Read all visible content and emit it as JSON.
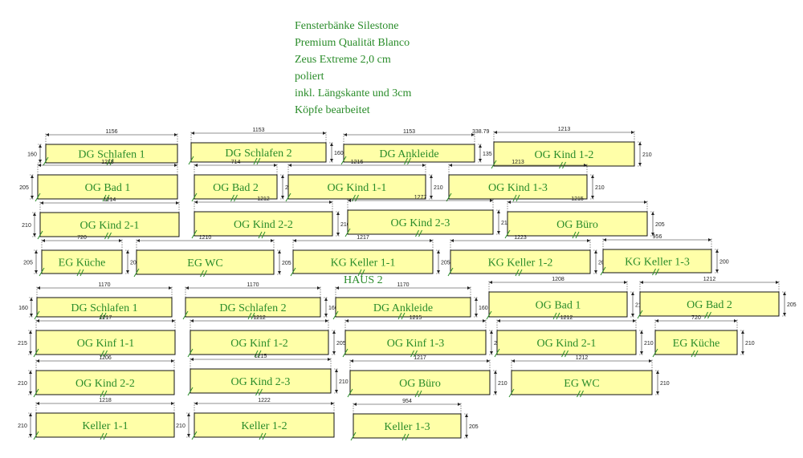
{
  "header": {
    "lines": [
      "Fensterbänke Silestone",
      "Premium Qualität Blanco",
      "Zeus Extreme 2,0 cm",
      "poliert",
      "inkl. Längskante und 3cm",
      "Köpfe bearbeitet"
    ],
    "haus2": "HAUS 2"
  },
  "colors": {
    "box_fill": "#ffffa8",
    "label": "#2a8c2a",
    "ticks": "#2a8c2a"
  },
  "sills": [
    {
      "label": "DG Schlafen 1",
      "length": "1156",
      "depth": "160",
      "depth_side": "left"
    },
    {
      "label": "DG Schlafen 2",
      "length": "1153",
      "depth": "160",
      "depth_side": "right"
    },
    {
      "label": "DG Ankleide",
      "length": "1153",
      "depth": "135",
      "depth_side": "right",
      "extra": "338.79"
    },
    {
      "label": "OG Kind 1-2",
      "length": "1213",
      "depth": "210",
      "depth_side": "right"
    },
    {
      "label": "OG Bad 1",
      "length": "1218",
      "depth": "205",
      "depth_side": "left"
    },
    {
      "label": "OG Bad 2",
      "length": "714",
      "depth": "205",
      "depth_side": "right"
    },
    {
      "label": "OG Kind 1-1",
      "length": "1216",
      "depth": "210",
      "depth_side": "right"
    },
    {
      "label": "OG Kind 1-3",
      "length": "1213",
      "depth": "210",
      "depth_side": "right"
    },
    {
      "label": "OG Kind 2-1",
      "length": "1214",
      "depth": "210",
      "depth_side": "left"
    },
    {
      "label": "OG Kind 2-2",
      "length": "1212",
      "depth": "210",
      "depth_side": "right"
    },
    {
      "label": "OG Kind 2-3",
      "length": "1277",
      "depth": "215",
      "depth_side": "right"
    },
    {
      "label": "OG Büro",
      "length": "1215",
      "depth": "205",
      "depth_side": "right"
    },
    {
      "label": "EG Küche",
      "length": "720",
      "depth": "205",
      "depth_side": "both",
      "depth_left": "205"
    },
    {
      "label": "EG WC",
      "length": "1210",
      "depth": "205",
      "depth_side": "right"
    },
    {
      "label": "KG Keller 1-1",
      "length": "1217",
      "depth": "205",
      "depth_side": "right"
    },
    {
      "label": "KG Keller 1-2",
      "length": "1223",
      "depth": "205",
      "depth_side": "right"
    },
    {
      "label": "KG Keller 1-3",
      "length": "956",
      "depth": "200",
      "depth_side": "right"
    },
    {
      "label": "DG Schlafen 1",
      "length": "1170",
      "depth": "160",
      "depth_side": "left"
    },
    {
      "label": "DG Schlafen 2",
      "length": "1170",
      "depth": "160",
      "depth_side": "right"
    },
    {
      "label": "DG Ankleide",
      "length": "1170",
      "depth": "160",
      "depth_side": "right"
    },
    {
      "label": "OG Bad 1",
      "length": "1208",
      "depth": "215",
      "depth_side": "right"
    },
    {
      "label": "OG Bad 2",
      "length": "1212",
      "depth": "205",
      "depth_side": "right"
    },
    {
      "label": "OG Kinf 1-1",
      "length": "1217",
      "depth": "215",
      "depth_side": "left"
    },
    {
      "label": "OG Kinf 1-2",
      "length": "1212",
      "depth": "205",
      "depth_side": "right"
    },
    {
      "label": "OG Kinf 1-3",
      "length": "1215",
      "depth": "210",
      "depth_side": "right"
    },
    {
      "label": "OG Kind 2-1",
      "length": "1212",
      "depth": "210",
      "depth_side": "right"
    },
    {
      "label": "EG Küche",
      "length": "720",
      "depth": "210",
      "depth_side": "right"
    },
    {
      "label": "OG Kind 2-2",
      "length": "1206",
      "depth": "210",
      "depth_side": "left"
    },
    {
      "label": "OG Kind 2-3",
      "length": "1215",
      "depth": "210",
      "depth_side": "right"
    },
    {
      "label": "OG Büro",
      "length": "1217",
      "depth": "210",
      "depth_side": "right"
    },
    {
      "label": "EG WC",
      "length": "1212",
      "depth": "210",
      "depth_side": "right"
    },
    {
      "label": "Keller 1-1",
      "length": "1218",
      "depth": "210",
      "depth_side": "left"
    },
    {
      "label": "Keller 1-2",
      "length": "1222",
      "depth": "210",
      "depth_side": "left"
    },
    {
      "label": "Keller 1-3",
      "length": "954",
      "depth": "205",
      "depth_side": "right"
    }
  ]
}
